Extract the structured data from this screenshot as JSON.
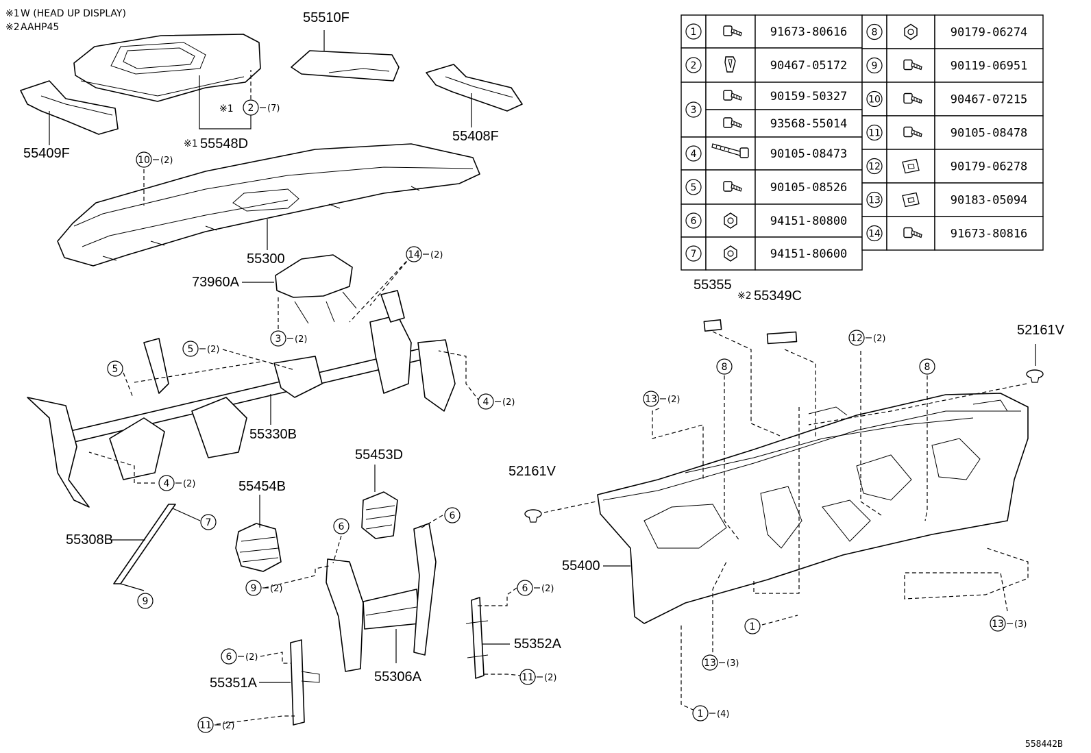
{
  "notes": [
    {
      "mark": "※1",
      "text": "W (HEAD UP DISPLAY)"
    },
    {
      "mark": "※2",
      "text": "AAHP45"
    }
  ],
  "diagram_code": "558442B",
  "part_labels": {
    "p55510F": "55510F",
    "p55409F": "55409F",
    "p55548D": "55548D",
    "p55408F": "55408F",
    "p55300": "55300",
    "p73960A": "73960A",
    "p55330B": "55330B",
    "p55453D": "55453D",
    "p55454B": "55454B",
    "p55308B": "55308B",
    "p55306A": "55306A",
    "p55352A": "55352A",
    "p55351A": "55351A",
    "p55400": "55400",
    "p55355": "55355",
    "p55349C": "55349C",
    "p52161V_right": "52161V",
    "p52161V_mid": "52161V"
  },
  "marks": {
    "m1": "※1",
    "m2": "※2"
  },
  "qty": {
    "q2": "(2)",
    "q3": "(3)",
    "q4": "(4)",
    "q7": "(7)"
  },
  "callouts": {
    "c1": "1",
    "c2": "2",
    "c3": "3",
    "c4": "4",
    "c5": "5",
    "c6": "6",
    "c7": "7",
    "c8": "8",
    "c9": "9",
    "c10": "10",
    "c11": "11",
    "c12": "12",
    "c13": "13",
    "c14": "14"
  },
  "fastener_table": [
    {
      "num": "1",
      "parts": [
        "91673-80616"
      ]
    },
    {
      "num": "2",
      "parts": [
        "90467-05172"
      ]
    },
    {
      "num": "3",
      "parts": [
        "90159-50327",
        "93568-55014"
      ]
    },
    {
      "num": "4",
      "parts": [
        "90105-08473"
      ]
    },
    {
      "num": "5",
      "parts": [
        "90105-08526"
      ]
    },
    {
      "num": "6",
      "parts": [
        "94151-80800"
      ]
    },
    {
      "num": "7",
      "parts": [
        "94151-80600"
      ]
    },
    {
      "num": "8",
      "parts": [
        "90179-06274"
      ]
    },
    {
      "num": "9",
      "parts": [
        "90119-06951"
      ]
    },
    {
      "num": "10",
      "parts": [
        "90467-07215"
      ]
    },
    {
      "num": "11",
      "parts": [
        "90105-08478"
      ]
    },
    {
      "num": "12",
      "parts": [
        "90179-06278"
      ]
    },
    {
      "num": "13",
      "parts": [
        "90183-05094"
      ]
    },
    {
      "num": "14",
      "parts": [
        "91673-80816"
      ]
    }
  ]
}
